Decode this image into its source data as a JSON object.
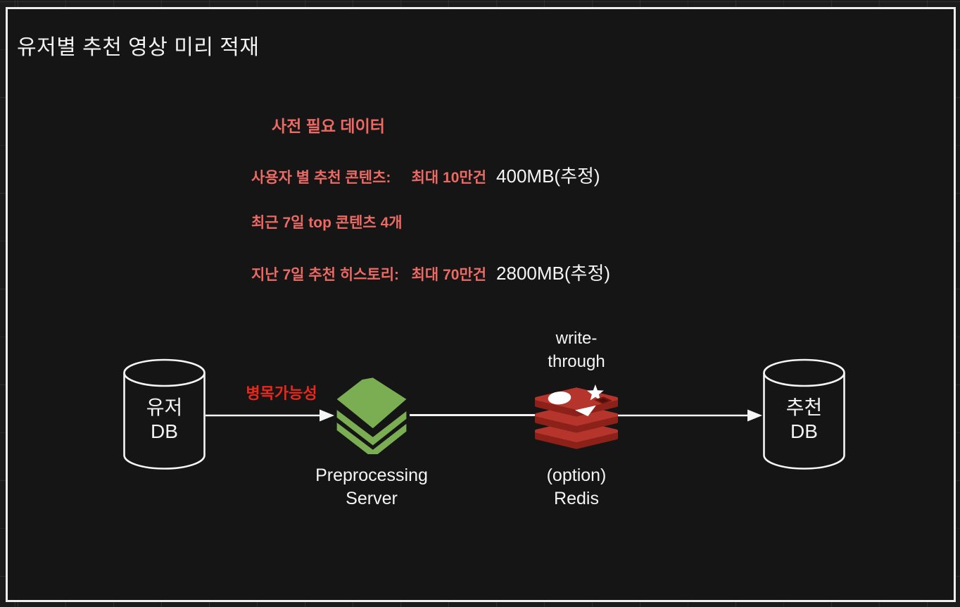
{
  "title": "유저별 추천 영상 미리 적재",
  "colors": {
    "background": "#151515",
    "frame_border": "#ededed",
    "text_white": "#f2f2f2",
    "accent_salmon": "#ec6a64",
    "alert_red": "#e8281c",
    "stack_green": "#7bae53",
    "redis_red": "#b5352c",
    "redis_dark_red": "#8c211a"
  },
  "notes": {
    "heading": "사전 필요 데이터",
    "rows": [
      {
        "label": "사용자 별 추천 콘텐츠:     최대 10만건",
        "value": "400MB(추정)"
      },
      {
        "label": "최근 7일 top 콘텐츠 4개",
        "value": ""
      },
      {
        "label": "지난 7일 추천 히스토리:   최대 70만건",
        "value": "2800MB(추정)"
      }
    ]
  },
  "diagram": {
    "source_db": {
      "line1": "유저",
      "line2": "DB"
    },
    "bottleneck_label": "병목가능성",
    "preprocessing": {
      "line1": "Preprocessing",
      "line2": "Server"
    },
    "cache_top_label": {
      "line1": "write-",
      "line2": "through"
    },
    "cache_bottom_label": {
      "line1": "(option)",
      "line2": "Redis"
    },
    "target_db": {
      "line1": "추천",
      "line2": "DB"
    }
  }
}
